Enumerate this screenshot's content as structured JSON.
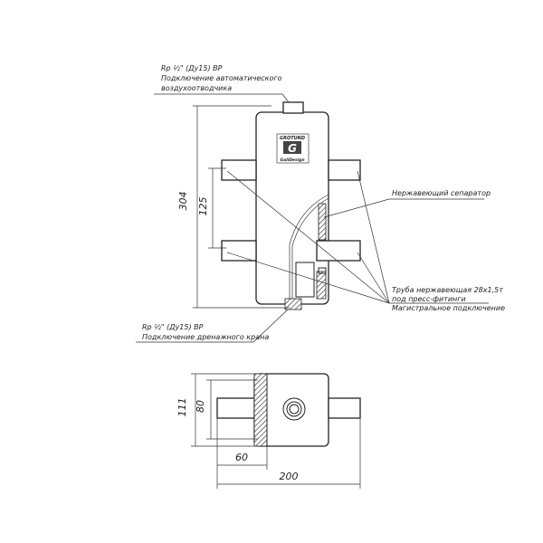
{
  "top_view": {
    "air_vent_label_1": "Rp ½\" (Ду15) ВР",
    "air_vent_label_2": "Подключение автоматического",
    "air_vent_label_3": "воздухоотводчика",
    "drain_label_1": "Rp ½\" (Ду15) ВР",
    "drain_label_2": "Подключение дренажного крана",
    "separator_label": "Нержавеющий сепаратор",
    "pipe_label_1": "Труба нержавеющая 28х1,5т",
    "pipe_label_2": "под пресс-фитинги",
    "pipe_label_3": "Магистральное подключение",
    "dim_height": "304",
    "dim_spacing": "125",
    "logo_brand": "GROTUND",
    "logo_letter": "G",
    "logo_sub": "GaliDesign"
  },
  "bottom_view": {
    "dim_111": "111",
    "dim_80": "80",
    "dim_60": "60",
    "dim_200": "200"
  }
}
